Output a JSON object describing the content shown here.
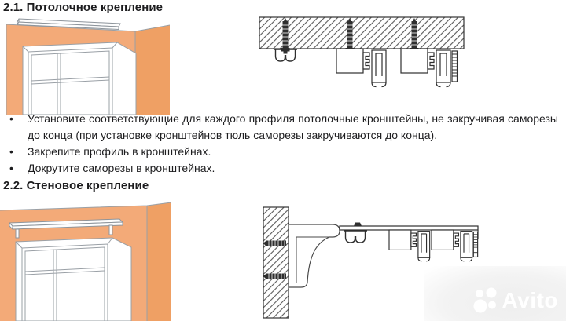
{
  "sections": {
    "ceiling": {
      "heading": "2.1. Потолочное крепление",
      "bullets": [
        "Установите соответствующие для каждого профиля потолочные кронштейны, не закручивая саморезы до конца (при установке кронштейнов тюль саморезы закручиваются до конца).",
        "Закрепите профиль в кронштейнах.",
        "Докрутите саморезы в кронштейнах."
      ]
    },
    "wall": {
      "heading": "2.2. Стеновое крепление"
    }
  },
  "watermark": {
    "text": "Avito",
    "logo_icon": "avito-dots-icon"
  },
  "colors": {
    "wall_front": "#f3aa78",
    "wall_side": "#efa064",
    "illustration_outline": "#9aa0a6",
    "diagram_line": "#2f2f2f",
    "hatch_line": "#5a5a5a",
    "text": "#1d1d1f",
    "watermark": "#ffffff"
  }
}
